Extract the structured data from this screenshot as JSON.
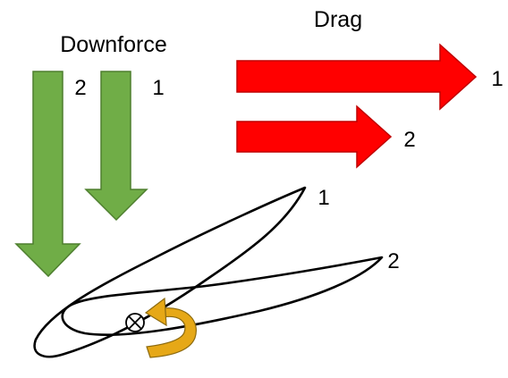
{
  "downforce": {
    "title": "Downforce",
    "arrows": [
      {
        "label": "2",
        "magnitude": "large"
      },
      {
        "label": "1",
        "magnitude": "small"
      }
    ]
  },
  "drag": {
    "title": "Drag",
    "arrows": [
      {
        "label": "1",
        "magnitude": "large"
      },
      {
        "label": "2",
        "magnitude": "small"
      }
    ]
  },
  "wings": [
    {
      "label": "1"
    },
    {
      "label": "2"
    }
  ],
  "pivot": {
    "symbol": "⊗",
    "rotation_icon": "curved-rotation-arrow-icon"
  },
  "colors": {
    "downforce_fill": "#70AD47",
    "downforce_stroke": "#4E7F2F",
    "drag_fill": "#FF0000",
    "drag_stroke": "#C00000",
    "rotation_fill": "#E6A817",
    "rotation_stroke": "#8C6A0F",
    "outline": "#000000"
  }
}
